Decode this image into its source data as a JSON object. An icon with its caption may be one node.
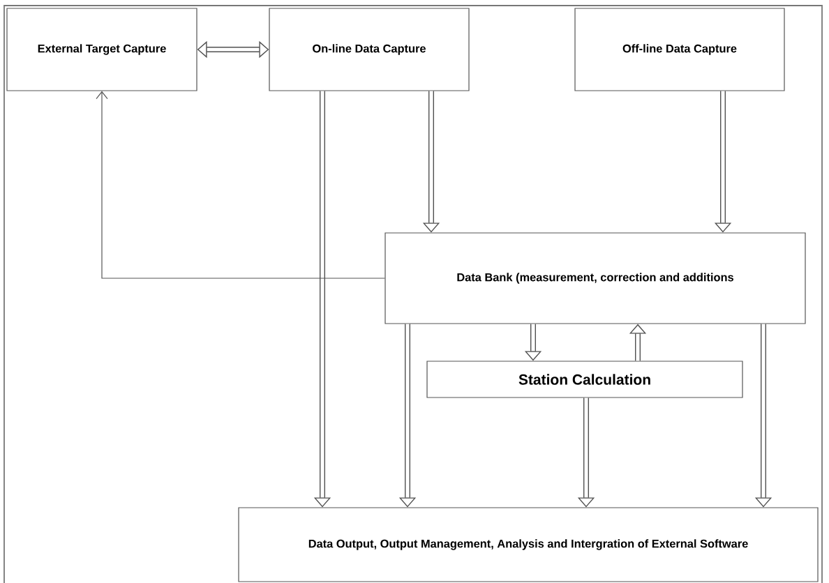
{
  "diagram": {
    "nodes": [
      {
        "text": [
          "External Target Capture"
        ]
      },
      {
        "text": [
          "On-line Data Capture"
        ]
      },
      {
        "text": [
          "Off-line Data Capture"
        ]
      },
      {
        "text": [
          "Data Bank (measurement, correction and additions"
        ]
      },
      {
        "text": [
          "Station Calculation"
        ]
      },
      {
        "text": [
          "Data Output, Output Management, Analysis and Intergration of External Software"
        ]
      }
    ],
    "edges": [
      {
        "from": 0,
        "to": 1,
        "arrow": "both"
      },
      {
        "from": 1,
        "to": 5,
        "arrow": "to"
      },
      {
        "from": 1,
        "to": 3,
        "arrow": "to"
      },
      {
        "from": 2,
        "to": 3,
        "arrow": "to"
      },
      {
        "from": 3,
        "to": 0,
        "arrow": "to"
      },
      {
        "from": 3,
        "to": 4,
        "arrow": "to"
      },
      {
        "from": 4,
        "to": 3,
        "arrow": "to"
      },
      {
        "from": 3,
        "to": 5,
        "arrow": "to"
      },
      {
        "from": 4,
        "to": 5,
        "arrow": "to"
      },
      {
        "from": 3,
        "to": 5,
        "arrow": "to"
      }
    ]
  }
}
